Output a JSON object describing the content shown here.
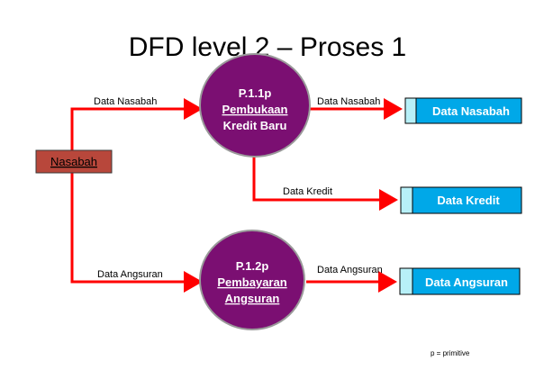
{
  "title": "DFD level 2 – Proses 1",
  "footnote": "p  =  primitive",
  "entity": {
    "label": "Nasabah"
  },
  "processes": [
    {
      "id": "P.1.1p",
      "line1": "Pembukaan",
      "line2": "Kredit Baru"
    },
    {
      "id": "P.1.2p",
      "line1": "Pembayaran",
      "line2": "Angsuran"
    }
  ],
  "stores": [
    {
      "label": "Data Nasabah"
    },
    {
      "label": "Data Kredit"
    },
    {
      "label": "Data Angsuran"
    }
  ],
  "flows": [
    {
      "label": "Data Nasabah"
    },
    {
      "label": "Data Nasabah"
    },
    {
      "label": "Data Kredit"
    },
    {
      "label": "Data Angsuran"
    },
    {
      "label": "Data Angsuran"
    }
  ],
  "colors": {
    "arrow": "#ff0000",
    "process_fill": "#7b0f72",
    "entity_fill": "#b8473b",
    "store_fill": "#00a8e8",
    "store_tab": "#b7f0f8"
  }
}
